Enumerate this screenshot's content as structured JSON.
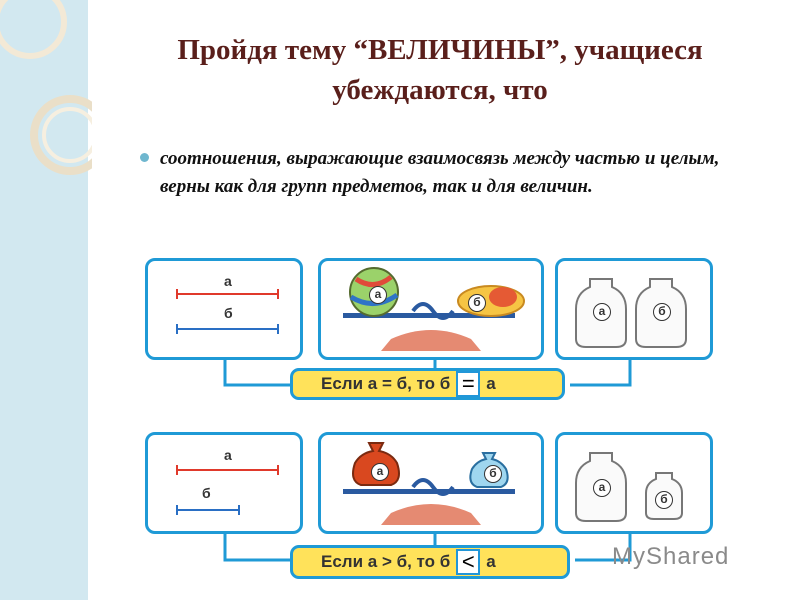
{
  "slide": {
    "title": "Пройдя тему “ВЕЛИЧИНЫ”, учащиеся убеждаются, что",
    "bullet": "соотношения, выражающие взаимосвязь между частью и целым, верны как для групп предметов, так и для величин.",
    "watermark": "MyShared"
  },
  "row1": {
    "segment_a": "а",
    "segment_b": "б",
    "ball": "а",
    "fruit": "б",
    "jar_a": "а",
    "jar_b": "б",
    "condition_prefix": "Если а = б, то б",
    "condition_sign": "=",
    "condition_suffix": "а"
  },
  "row2": {
    "segment_a": "а",
    "segment_b": "б",
    "bag_a": "а",
    "bag_b": "б",
    "jar_a": "а",
    "jar_b": "б",
    "condition_prefix": "Если а > б, то б",
    "condition_sign": "<",
    "condition_suffix": "а"
  },
  "colors": {
    "segment_a": "#e0392b",
    "segment_b": "#2a6fc4",
    "accent": "#1f9ad6",
    "condition_bg": "#ffe25a"
  }
}
